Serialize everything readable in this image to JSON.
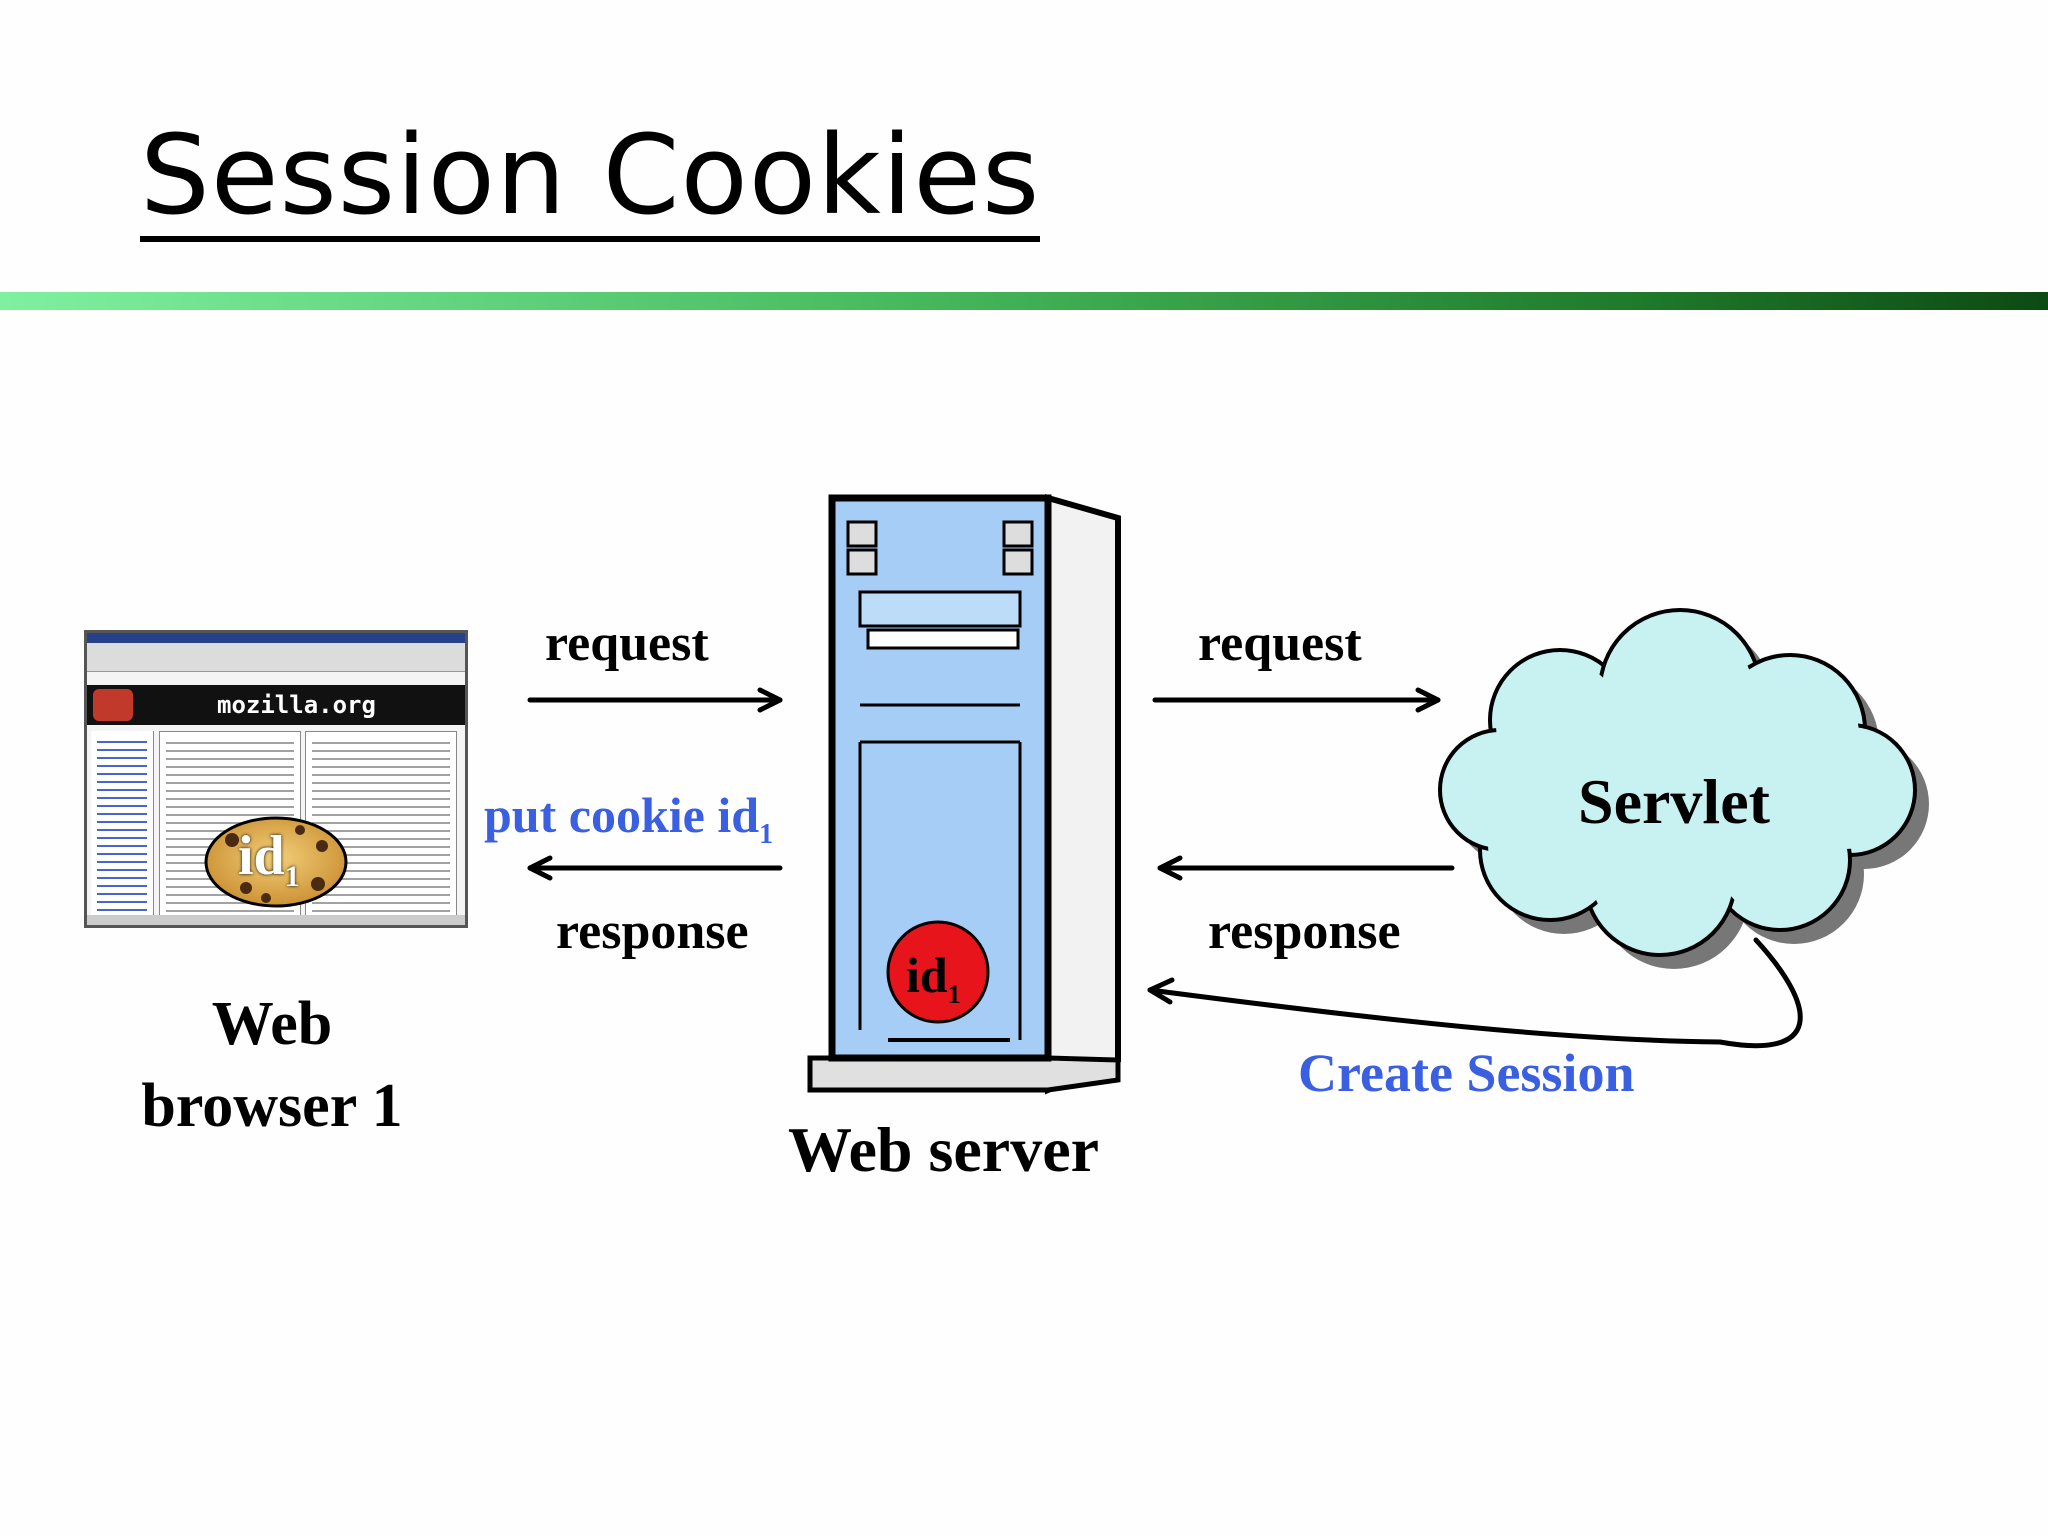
{
  "slide": {
    "title": "Session Cookies"
  },
  "labels": {
    "request_left": "request",
    "request_right": "request",
    "response_left": "response",
    "response_right": "response",
    "put_cookie": "put cookie id",
    "put_cookie_sub": "1",
    "servlet": "Servlet",
    "create_session": "Create Session",
    "web_browser_line1": "Web",
    "web_browser_line2": "browser 1",
    "web_server": "Web server",
    "cookie_id": "id",
    "cookie_id_sub": "1",
    "server_id": "id",
    "server_id_sub": "1",
    "browser_banner": "mozilla.org"
  },
  "colors": {
    "accent_blue": "#3a5fe0",
    "cloud_fill": "#c8f2f2",
    "server_fill": "#a6cdf5",
    "id_badge": "#e8141c",
    "rule_start": "#7ef0a0",
    "rule_end": "#0d4a14"
  }
}
